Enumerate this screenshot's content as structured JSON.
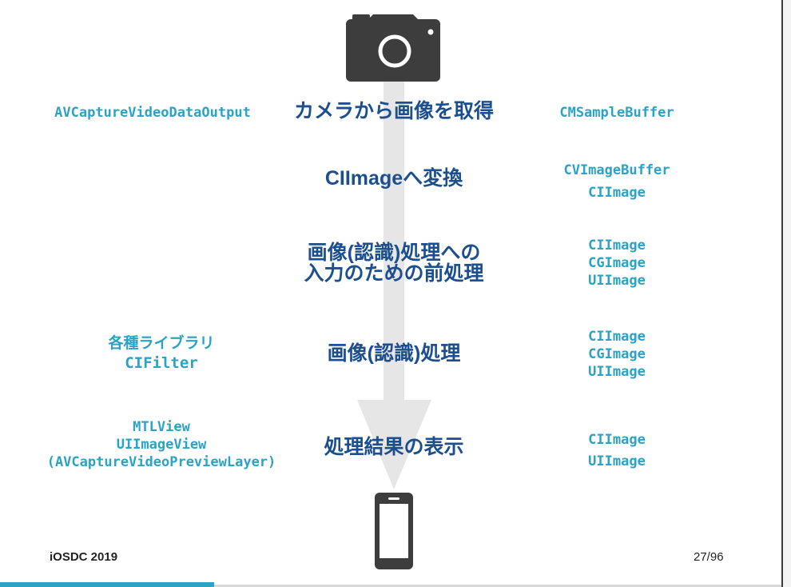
{
  "steps": [
    {
      "label": "カメラから画像を取得"
    },
    {
      "label": "CIImageへ変換"
    },
    {
      "lines": [
        "画像(認識)処理への",
        "入力のための前処理"
      ]
    },
    {
      "label": "画像(認識)処理"
    },
    {
      "label": "処理結果の表示"
    }
  ],
  "left_labels": {
    "step1": "AVCaptureVideoDataOutput",
    "step4": {
      "line1": "各種ライブラリ",
      "line2": "CIFilter"
    },
    "step5": {
      "line1": "MTLView",
      "line2": "UIImageView",
      "line3": "(AVCaptureVideoPreviewLayer)"
    }
  },
  "right_labels": {
    "step1": [
      "CMSampleBuffer"
    ],
    "step2": [
      "CVImageBuffer",
      "CIImage"
    ],
    "step3": [
      "CIImage",
      "CGImage",
      "UIImage"
    ],
    "step4": [
      "CIImage",
      "CGImage",
      "UIImage"
    ],
    "step5": [
      "CIImage",
      "UIImage"
    ]
  },
  "icons": {
    "top": "camera-icon",
    "bottom": "smartphone-icon"
  },
  "footer": {
    "left": "iOSDC 2019",
    "right": "27/96"
  },
  "colors": {
    "step_text": "#1c4f8f",
    "class_text": "#2aa3c4",
    "arrow": "#e6e6e6",
    "icon": "#3d3d3d"
  }
}
